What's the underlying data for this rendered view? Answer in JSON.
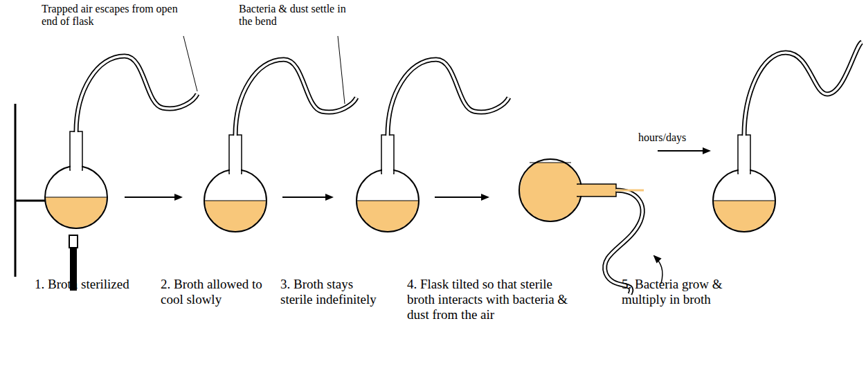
{
  "diagram": {
    "labels": [
      "Trapped air escapes from open end of flask",
      "Bacteria & dust settle in the bend",
      "hours/days",
      "1. Broth sterilized",
      "2. Broth allowed to cool slowly",
      "3. Broth stays sterile indefinitely",
      "4. Flask tilted so that sterile broth interacts with bacteria & dust from the air",
      "5. Bacteria grow & multiply in broth"
    ]
  }
}
